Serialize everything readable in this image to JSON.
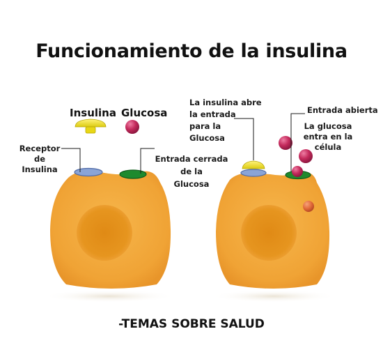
{
  "title": "Funcionamiento de la insulina",
  "footer": "-TEMAS SOBRE SALUD",
  "legend": {
    "insulin": "Insulina",
    "glucose": "Glucosa"
  },
  "left_cell": {
    "receptor_label": [
      "Receptor",
      "de",
      "Insulina"
    ],
    "closed_gate_label": [
      "Entrada cerrada",
      "de la",
      "Glucosa"
    ]
  },
  "right_cell": {
    "insulin_opens_label": [
      "La insulina abre",
      "la entrada",
      "para la",
      "Glucosa"
    ],
    "open_gate_label": "Entrada abierta",
    "glucose_enters_label": [
      "La glucosa",
      "entra en la",
      "célula"
    ]
  },
  "colors": {
    "cell_body": "#f3a93b",
    "nucleus": "#e2921e",
    "insulin": "#f2e21a",
    "glucose": "#c42a5c",
    "gate": "#1e8a2e",
    "receptor": "#8aa4d6"
  }
}
